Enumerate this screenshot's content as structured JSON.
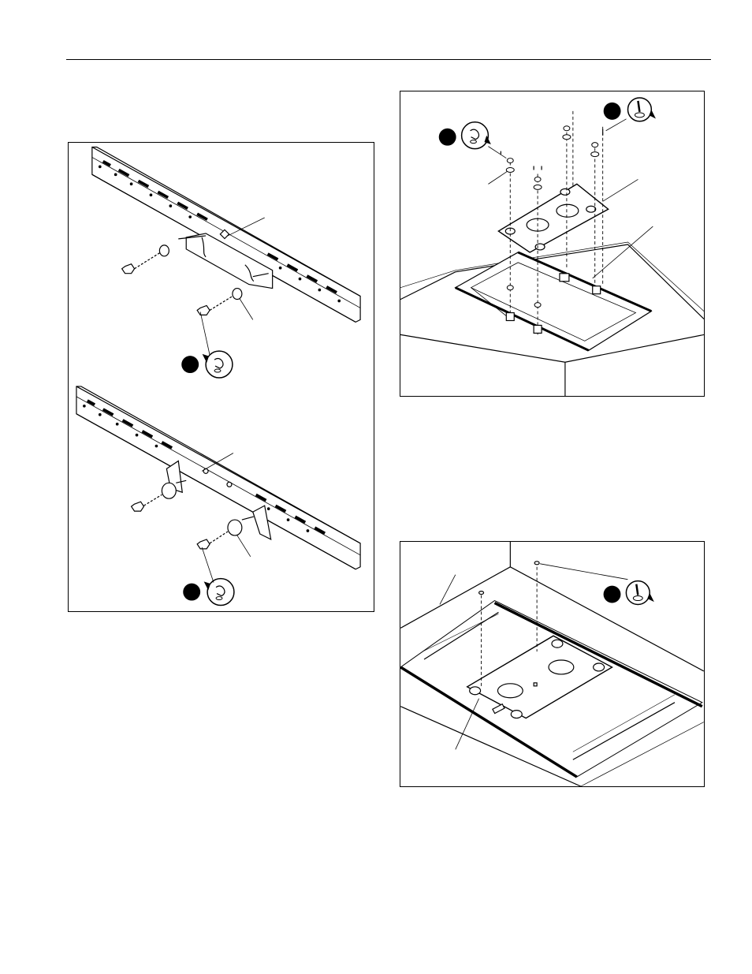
{
  "figures": [
    {
      "id": "fig-left",
      "content": "wall-rail-hardware-assembly"
    },
    {
      "id": "fig-tr",
      "content": "plate-to-frame-assembly"
    },
    {
      "id": "fig-br",
      "content": "plate-installed-in-frame"
    }
  ],
  "icons": {
    "wrench_step": "wrench-rotate-icon",
    "screwdriver_step": "screwdriver-rotate-icon",
    "step_marker": "filled-circle-marker-icon"
  },
  "colors": {
    "line": "#000000",
    "paper": "#ffffff",
    "shade": "#d8d8d8"
  }
}
